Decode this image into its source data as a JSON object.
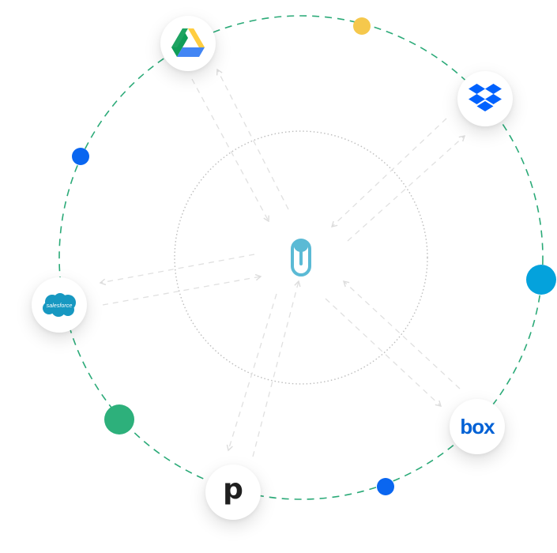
{
  "diagram": {
    "center": {
      "icon": "paperclip-icon",
      "color": "#5bbad5"
    },
    "services": [
      {
        "id": "google-drive",
        "icon": "google-drive-icon"
      },
      {
        "id": "dropbox",
        "icon": "dropbox-icon",
        "color": "#0061fe"
      },
      {
        "id": "salesforce",
        "icon": "salesforce-icon",
        "label": "salesforce",
        "color": "#1798c1"
      },
      {
        "id": "box",
        "icon": "box-icon",
        "label": "box",
        "color": "#0061d5"
      },
      {
        "id": "pipedrive",
        "icon": "pipedrive-icon",
        "label": "p",
        "color": "#1f1f1f"
      }
    ],
    "ring_color": "#2baa78",
    "dot_colors": {
      "yellow": "#f5c84c",
      "blue": "#0a66f0",
      "cyan": "#04a2dc",
      "green": "#2db07b"
    }
  }
}
